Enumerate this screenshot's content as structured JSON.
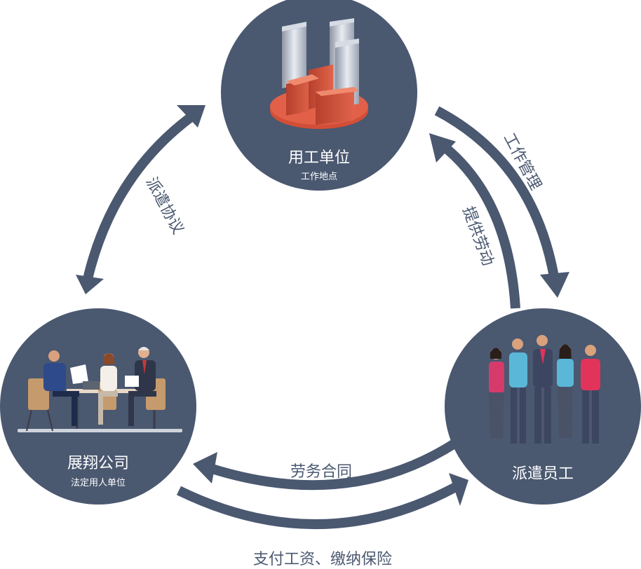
{
  "colors": {
    "circle": "#4a5870",
    "arrow": "#4a5870",
    "label": "#4a5870",
    "white": "#ffffff"
  },
  "nodes": {
    "employer": {
      "title": "用工单位",
      "subtitle": "工作地点",
      "icon": "office-buildings-icon"
    },
    "company": {
      "title": "展翔公司",
      "subtitle": "法定用人单位",
      "icon": "business-meeting-icon"
    },
    "employees": {
      "title": "派遣员工",
      "icon": "staff-group-icon"
    }
  },
  "relations": {
    "dispatch_agreement": "派遣协议",
    "work_management": "工作管理",
    "provide_labor": "提供劳动",
    "labor_contract": "劳务合同",
    "pay_wages": "支付工资、缴纳保险"
  }
}
